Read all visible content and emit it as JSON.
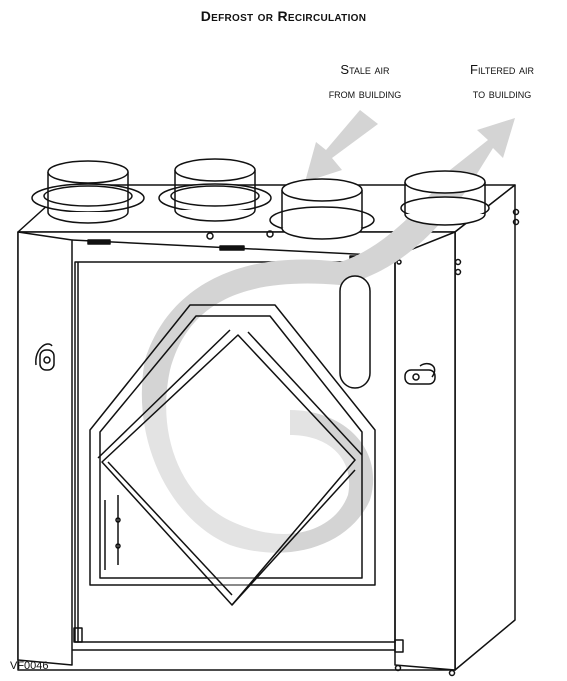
{
  "title": "Defrost or Recirculation",
  "labels": {
    "stale_air_line1": "Stale air",
    "stale_air_line2": "from building",
    "filtered_air_line1": "Filtered air",
    "filtered_air_line2": "to building"
  },
  "figure_code": "VF0046",
  "colors": {
    "airflow": "#d4d4d4",
    "line": "#111111"
  }
}
